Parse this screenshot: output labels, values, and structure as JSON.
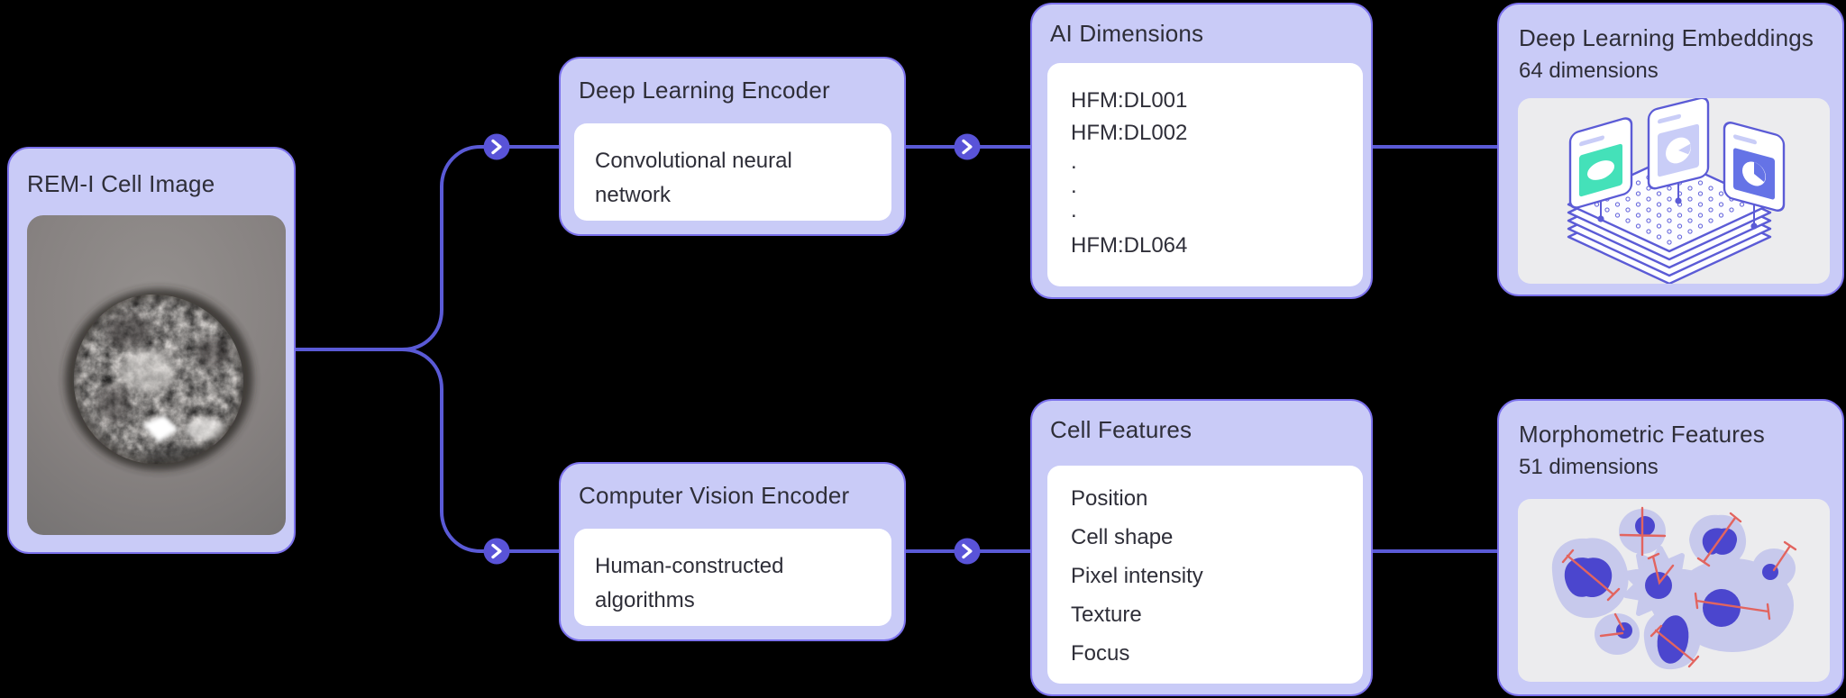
{
  "diagram": {
    "background_color": "#000000",
    "connector_color": "#5a5ad6",
    "arrow_node_color": "#5953d8",
    "card_fill_color": "#c9cbf7",
    "card_border_color": "#7b71ec",
    "nodes": {
      "cell_image": {
        "title": "REM-I Cell Image"
      },
      "dl_encoder": {
        "title": "Deep Learning Encoder",
        "body": "Convolutional neural network"
      },
      "cv_encoder": {
        "title": "Computer Vision Encoder",
        "body": "Human-constructed algorithms"
      },
      "ai_dimensions": {
        "title": "AI Dimensions",
        "items": [
          "HFM:DL001",
          "HFM:DL002",
          ".",
          ".",
          ".",
          "HFM:DL064"
        ]
      },
      "cell_features": {
        "title": "Cell Features",
        "items": [
          "Position",
          "Cell shape",
          "Pixel intensity",
          "Texture",
          "Focus"
        ]
      },
      "dl_embeddings": {
        "title": "Deep Learning Embeddings",
        "subtitle": "64 dimensions",
        "illustration": "embedding-stack-icon",
        "illustration_colors": {
          "teal": "#44e1b9",
          "lavender": "#c9cdf7",
          "blue": "#6573e6",
          "outline": "#5b5bd6"
        }
      },
      "morphometric": {
        "title": "Morphometric Features",
        "subtitle": "51 dimensions",
        "illustration": "measured-cells-icon",
        "illustration_colors": {
          "cell_body": "#c7c9ec",
          "nucleus": "#4b46ce",
          "measure_line": "#e2645f"
        }
      }
    },
    "edges": [
      {
        "from": "cell_image",
        "to": "dl_encoder"
      },
      {
        "from": "cell_image",
        "to": "cv_encoder"
      },
      {
        "from": "dl_encoder",
        "to": "ai_dimensions"
      },
      {
        "from": "cv_encoder",
        "to": "cell_features"
      },
      {
        "from": "ai_dimensions",
        "to": "dl_embeddings"
      },
      {
        "from": "cell_features",
        "to": "morphometric"
      }
    ]
  }
}
